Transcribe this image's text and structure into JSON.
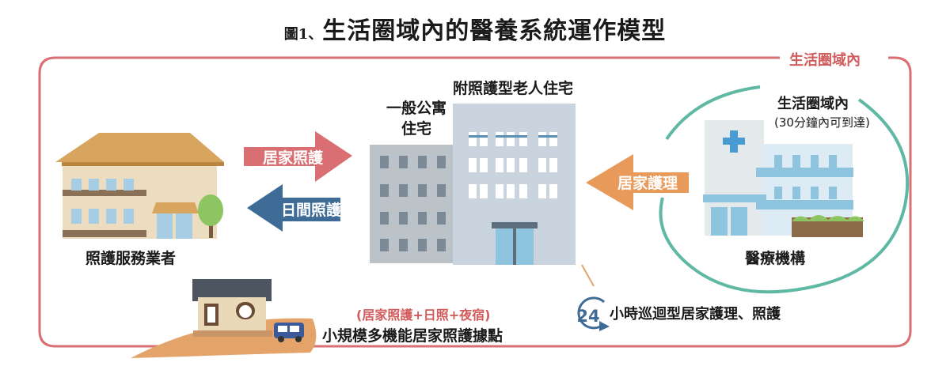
{
  "title": {
    "figure_no": "圖1、",
    "text": "生活圈域內的醫養系統運作模型"
  },
  "region_label": "生活圈域內",
  "care_provider": {
    "label": "照護服務業者"
  },
  "arrows": {
    "home_care": "居家照護",
    "day_care": "日間照護",
    "home_nursing": "居家護理"
  },
  "housing": {
    "general_apartment_line1": "一般公寓",
    "general_apartment_line2": "住宅",
    "care_housing": "附照護型老人住宅"
  },
  "medical": {
    "circle_title": "生活圈域內",
    "circle_subtitle": "(30分鐘內可到達)",
    "label": "醫療機構"
  },
  "small_multi": {
    "services": "(居家照護+日照+夜宿)",
    "label": "小規模多機能居家照護據點"
  },
  "patrol": {
    "number": "24",
    "label": "小時巡迴型居家護理、照護"
  },
  "colors": {
    "frame": "#d96f73",
    "arrow_red": "#d96f73",
    "arrow_blue": "#3f6c97",
    "arrow_orange": "#e89a5a",
    "circle": "#5fb8a3",
    "ground": "#e4a469"
  }
}
